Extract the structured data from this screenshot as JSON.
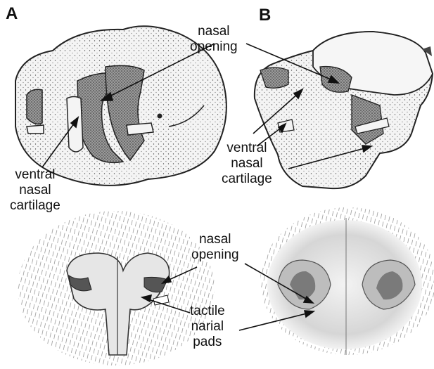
{
  "panels": {
    "a": "A",
    "b": "B"
  },
  "labels": {
    "nasal_opening_top": [
      "nasal",
      "opening"
    ],
    "ventral_left": [
      "ventral",
      "nasal",
      "cartilage"
    ],
    "ventral_right": [
      "ventral",
      "nasal",
      "cartilage"
    ],
    "nasal_opening_bottom": [
      "nasal",
      "opening"
    ],
    "tactile_pads": [
      "tactile",
      "narial",
      "pads"
    ]
  },
  "colors": {
    "ink": "#111111",
    "stipple_light": "#e9e9e9",
    "stipple_dark": "#8a8a8a",
    "skin": "#d9d9d9"
  }
}
